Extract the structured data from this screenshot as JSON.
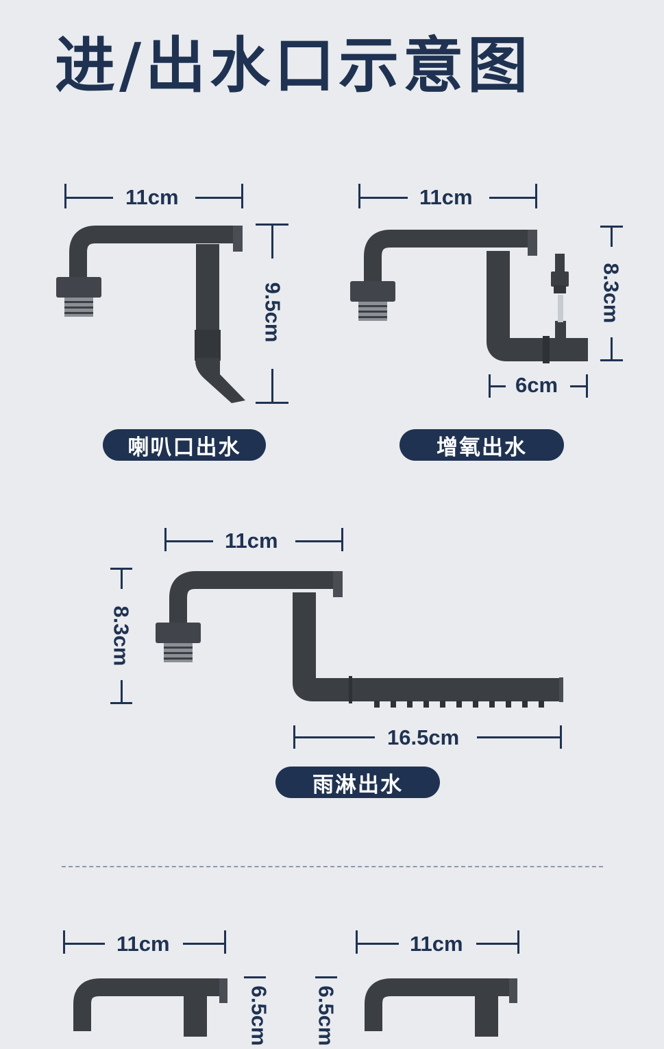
{
  "title": "进/出水口示意图",
  "colors": {
    "background": "#e9ebef",
    "accent": "#1f3251",
    "pipe": "#3b3e43"
  },
  "diagrams": [
    {
      "name": "喇叭口出水",
      "width_label": "11cm",
      "height_label": "9.5cm"
    },
    {
      "name": "增氧出水",
      "width_label": "11cm",
      "height_label": "8.3cm",
      "extra_label": "6cm"
    },
    {
      "name": "雨淋出水",
      "width_label": "11cm",
      "height_label": "8.3cm",
      "extra_label": "16.5cm"
    },
    {
      "width_label": "11cm",
      "height_label": "6.5cm"
    },
    {
      "width_label": "11cm",
      "height_label": "6.5cm"
    }
  ]
}
